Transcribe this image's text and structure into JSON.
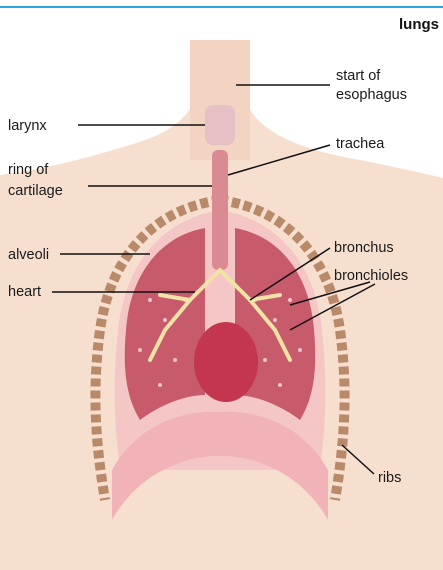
{
  "title": "lungs",
  "labels": {
    "start_of_esophagus_1": "start of",
    "start_of_esophagus_2": "esophagus",
    "larynx": "larynx",
    "trachea": "trachea",
    "ring_of_cartilage_1": "ring of",
    "ring_of_cartilage_2": "cartilage",
    "alveoli": "alveoli",
    "bronchus": "bronchus",
    "bronchioles": "bronchioles",
    "heart": "heart",
    "ribs": "ribs"
  },
  "colors": {
    "accent_line": "#2aa7dc",
    "skin": "#f6dccb",
    "lung_outer": "#e9a7ad",
    "lung_inner": "#c75a6b",
    "heart": "#c4364f",
    "bronchial_tree": "#f1e3a6",
    "rib": "#b98a6a"
  }
}
